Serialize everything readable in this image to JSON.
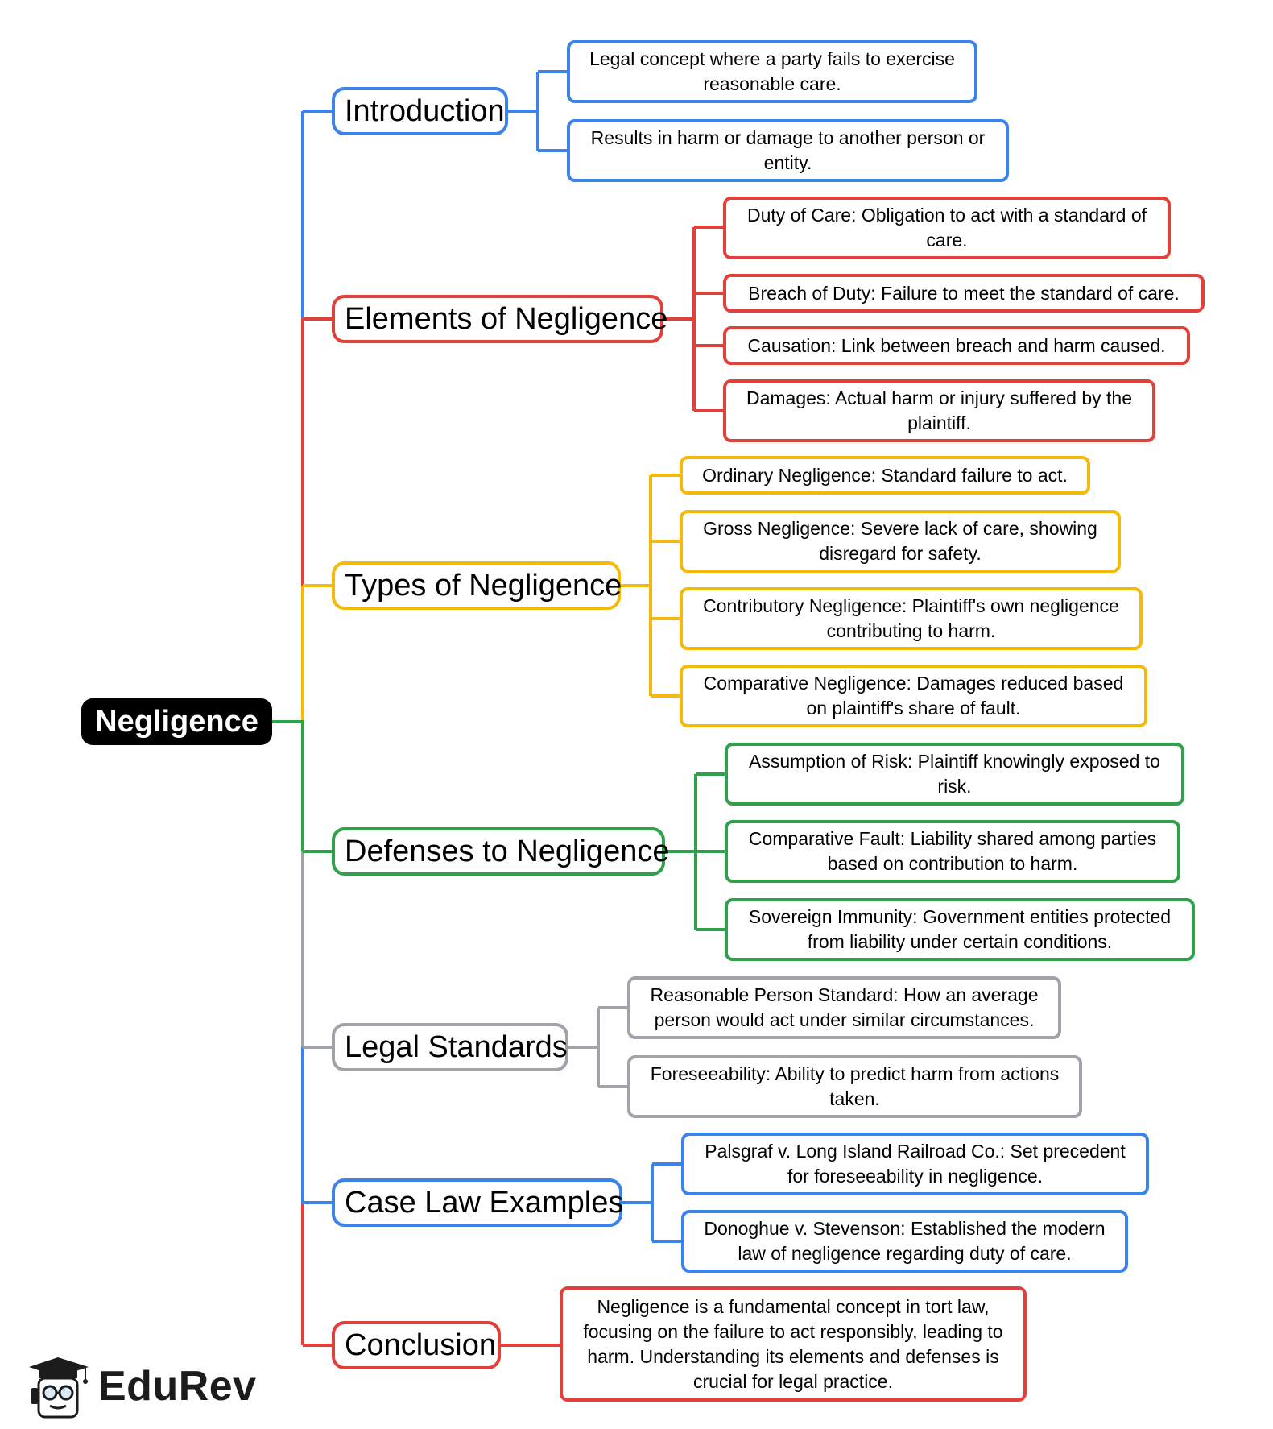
{
  "root": {
    "label": "Negligence"
  },
  "branches": [
    {
      "label": "Introduction",
      "color": "#3b82ea",
      "items": [
        "Legal concept where a party fails to exercise reasonable care.",
        "Results in harm or damage to another person or entity."
      ]
    },
    {
      "label": "Elements of Negligence",
      "color": "#e2403a",
      "items": [
        "Duty of Care: Obligation to act with a standard of care.",
        "Breach of Duty: Failure to meet the standard of care.",
        "Causation: Link between breach and harm caused.",
        "Damages: Actual harm or injury suffered by the plaintiff."
      ]
    },
    {
      "label": "Types of Negligence",
      "color": "#f4b90a",
      "items": [
        "Ordinary Negligence: Standard failure to act.",
        "Gross Negligence: Severe lack of care, showing disregard for safety.",
        "Contributory Negligence: Plaintiff's own negligence contributing to harm.",
        "Comparative Negligence: Damages reduced based on plaintiff's share of fault."
      ]
    },
    {
      "label": "Defenses to Negligence",
      "color": "#2fa14d",
      "items": [
        "Assumption of Risk: Plaintiff knowingly exposed to risk.",
        "Comparative Fault: Liability shared among parties based on contribution to harm.",
        "Sovereign Immunity: Government entities protected from liability under certain conditions."
      ]
    },
    {
      "label": "Legal Standards",
      "color": "#a0a3a8",
      "items": [
        "Reasonable Person Standard: How an average person would act under similar circumstances.",
        "Foreseeability: Ability to predict harm from actions taken."
      ]
    },
    {
      "label": "Case Law Examples",
      "color": "#3b82ea",
      "items": [
        "Palsgraf v. Long Island Railroad Co.: Set precedent for foreseeability in negligence.",
        "Donoghue v. Stevenson: Established the modern law of negligence regarding duty of care."
      ]
    },
    {
      "label": "Conclusion",
      "color": "#e2403a",
      "items": [
        "Negligence is a fundamental concept in tort law, focusing on the failure to act responsibly, leading to harm. Understanding its elements and defenses is crucial for legal practice."
      ]
    }
  ],
  "logo": {
    "text": "EduRev",
    "icon": "graduate-mascot-icon"
  }
}
